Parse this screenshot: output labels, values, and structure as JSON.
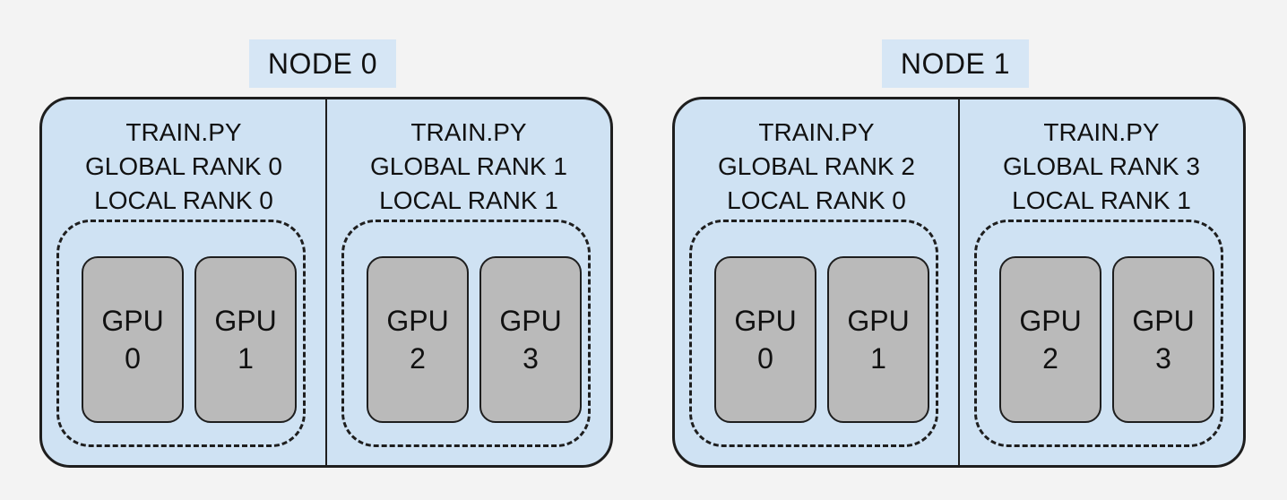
{
  "nodes": [
    {
      "label": "NODE 0",
      "processes": [
        {
          "script": "TRAIN.PY",
          "global_rank": "GLOBAL RANK 0",
          "local_rank": "LOCAL RANK 0",
          "gpus": [
            {
              "label": "GPU",
              "index": "0"
            },
            {
              "label": "GPU",
              "index": "1"
            }
          ]
        },
        {
          "script": "TRAIN.PY",
          "global_rank": "GLOBAL RANK 1",
          "local_rank": "LOCAL RANK 1",
          "gpus": [
            {
              "label": "GPU",
              "index": "2"
            },
            {
              "label": "GPU",
              "index": "3"
            }
          ]
        }
      ]
    },
    {
      "label": "NODE 1",
      "processes": [
        {
          "script": "TRAIN.PY",
          "global_rank": "GLOBAL RANK 2",
          "local_rank": "LOCAL RANK 0",
          "gpus": [
            {
              "label": "GPU",
              "index": "0"
            },
            {
              "label": "GPU",
              "index": "1"
            }
          ]
        },
        {
          "script": "TRAIN.PY",
          "global_rank": "GLOBAL RANK 3",
          "local_rank": "LOCAL RANK 1",
          "gpus": [
            {
              "label": "GPU",
              "index": "2"
            },
            {
              "label": "GPU",
              "index": "3"
            }
          ]
        }
      ]
    }
  ]
}
